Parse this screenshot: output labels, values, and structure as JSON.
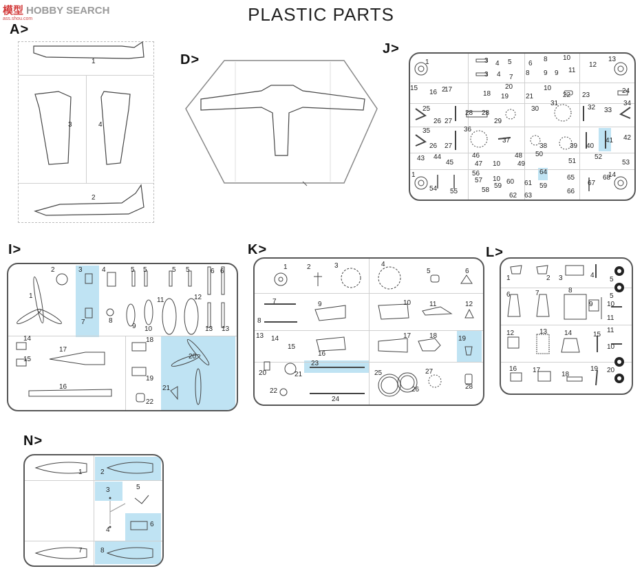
{
  "logo": {
    "zh": "模型",
    "text": "HOBBY SEARCH",
    "url": "ass.shou.com"
  },
  "title": "PLASTIC PARTS",
  "sprues": {
    "A": {
      "label": "A>",
      "parts": [
        "1",
        "2",
        "3",
        "4"
      ]
    },
    "D": {
      "label": "D>"
    },
    "J": {
      "label": "J>",
      "parts": [
        "1",
        "2",
        "3",
        "3",
        "4",
        "4",
        "5",
        "6",
        "7",
        "8",
        "8",
        "9",
        "9",
        "10",
        "11",
        "12",
        "13",
        "14",
        "14",
        "15",
        "16",
        "17",
        "18",
        "19",
        "20",
        "21",
        "10",
        "22",
        "23",
        "24",
        "25",
        "26",
        "27",
        "28",
        "28",
        "29",
        "30",
        "31",
        "32",
        "33",
        "34",
        "35",
        "26",
        "27",
        "36",
        "37",
        "38",
        "39",
        "40",
        "41",
        "42",
        "43",
        "44",
        "45",
        "46",
        "47",
        "10",
        "48",
        "49",
        "50",
        "51",
        "52",
        "53",
        "1",
        "54",
        "55",
        "56",
        "57",
        "58",
        "10",
        "59",
        "60",
        "61",
        "62",
        "63",
        "64",
        "65",
        "66",
        "67",
        "68",
        "59"
      ]
    },
    "I": {
      "label": "I>",
      "parts": [
        "1",
        "2",
        "3",
        "4",
        "5",
        "5",
        "5",
        "5",
        "6",
        "6",
        "7",
        "8",
        "9",
        "10",
        "11",
        "12",
        "13",
        "13",
        "14",
        "15",
        "16",
        "17",
        "18",
        "19",
        "20",
        "21",
        "22"
      ]
    },
    "K": {
      "label": "K>",
      "parts": [
        "1",
        "2",
        "3",
        "4",
        "5",
        "6",
        "7",
        "8",
        "9",
        "10",
        "11",
        "12",
        "13",
        "14",
        "15",
        "16",
        "17",
        "18",
        "19",
        "20",
        "21",
        "22",
        "23",
        "24",
        "25",
        "26",
        "27",
        "28"
      ]
    },
    "L": {
      "label": "L>",
      "parts": [
        "1",
        "2",
        "3",
        "4",
        "5",
        "5",
        "6",
        "7",
        "8",
        "9",
        "10",
        "11",
        "11",
        "10",
        "12",
        "13",
        "14",
        "15",
        "16",
        "17",
        "18",
        "19",
        "20"
      ]
    },
    "N": {
      "label": "N>",
      "parts": [
        "1",
        "2",
        "3",
        "4",
        "5",
        "6",
        "7",
        "8"
      ]
    }
  },
  "colors": {
    "highlight": "#bfe3f3",
    "line": "#444444"
  }
}
